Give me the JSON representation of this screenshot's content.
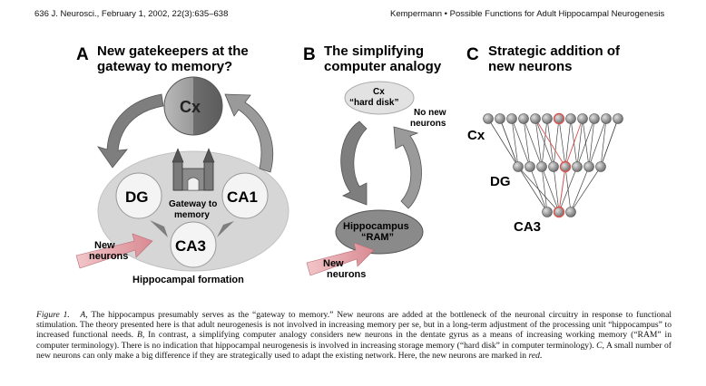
{
  "header": {
    "left": "636 J. Neurosci., February 1, 2002, 22(3):635–638",
    "right": "Kempermann • Possible Functions for Adult Hippocampal Neurogenesis"
  },
  "panelA": {
    "letter": "A",
    "title_line1": "New gatekeepers at the",
    "title_line2": "gateway to memory?",
    "cx": "Cx",
    "dg": "DG",
    "ca1": "CA1",
    "ca3": "CA3",
    "gateway_line1": "Gateway to",
    "gateway_line2": "memory",
    "new_line1": "New",
    "new_line2": "neurons",
    "formation": "Hippocampal formation"
  },
  "panelB": {
    "letter": "B",
    "title_line1": "The simplifying",
    "title_line2": "computer analogy",
    "cx_line1": "Cx",
    "cx_line2": "“hard disk”",
    "nonew_line1": "No new",
    "nonew_line2": "neurons",
    "hippo_line1": "Hippocampus",
    "hippo_line2": "“RAM”",
    "new_line1": "New",
    "new_line2": "neurons"
  },
  "panelC": {
    "letter": "C",
    "title_line1": "Strategic addition of",
    "title_line2": "new neurons",
    "cx": "Cx",
    "dg": "DG",
    "ca3": "CA3"
  },
  "caption": {
    "fig_label": "Figure 1.",
    "a_label": "A,",
    "part1": " The hippocampus presumably serves as the “gateway to memory.” New neurons are added at the bottleneck of the neuronal circuitry in response to functional stimulation. The theory presented here is that adult neurogenesis is not involved in increasing memory per se, but in a long-term adjustment of the processing unit “hippocampus” to increased functional needs. ",
    "b_label": "B,",
    "part2": " In contrast, a simplifying computer analogy considers new neurons in the dentate gyrus as a means of increasing working memory (“RAM” in computer terminology). There is no indication that hippocampal neurogenesis is involved in increasing storage memory (“hard disk” in computer terminology). ",
    "c_label": "C,",
    "part3": " A small number of new neurons can only make a big difference if they are strategically used to adapt the existing network. Here, the new neurons are marked in ",
    "red_word": "red",
    "end": "."
  },
  "colors": {
    "red": "#d9534f",
    "pink": "#e8a0a6",
    "grey_dark": "#6f6f6f",
    "grey_mid": "#8f8f8f",
    "grey_light": "#cfcfcf"
  }
}
